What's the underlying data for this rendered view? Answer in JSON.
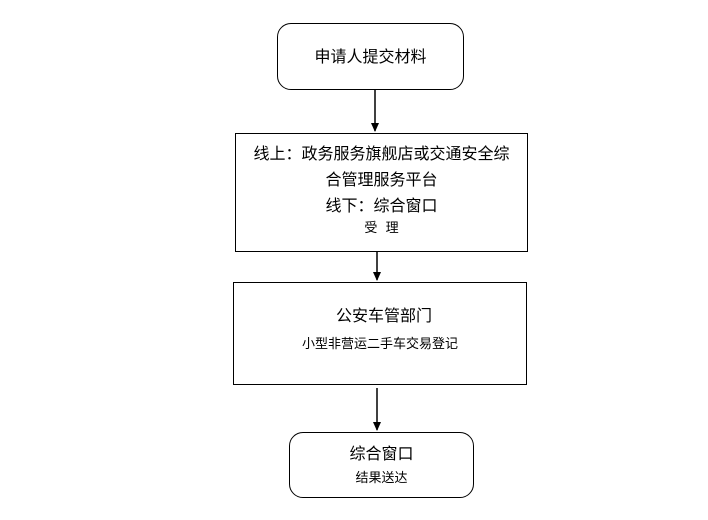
{
  "steps": {
    "submit": {
      "title": "申请人提交材料"
    },
    "accept": {
      "line1": "线上：政务服务旗舰店或交通安全综",
      "line2": "合管理服务平台",
      "line3": "线下：综合窗口",
      "caption": "受  理"
    },
    "police": {
      "title": "公安车管部门",
      "caption": "小型非营运二手车交易登记"
    },
    "deliver": {
      "title": "综合窗口",
      "caption": "结果送达"
    }
  },
  "colors": {
    "stroke": "#000000",
    "fill": "#ffffff"
  }
}
